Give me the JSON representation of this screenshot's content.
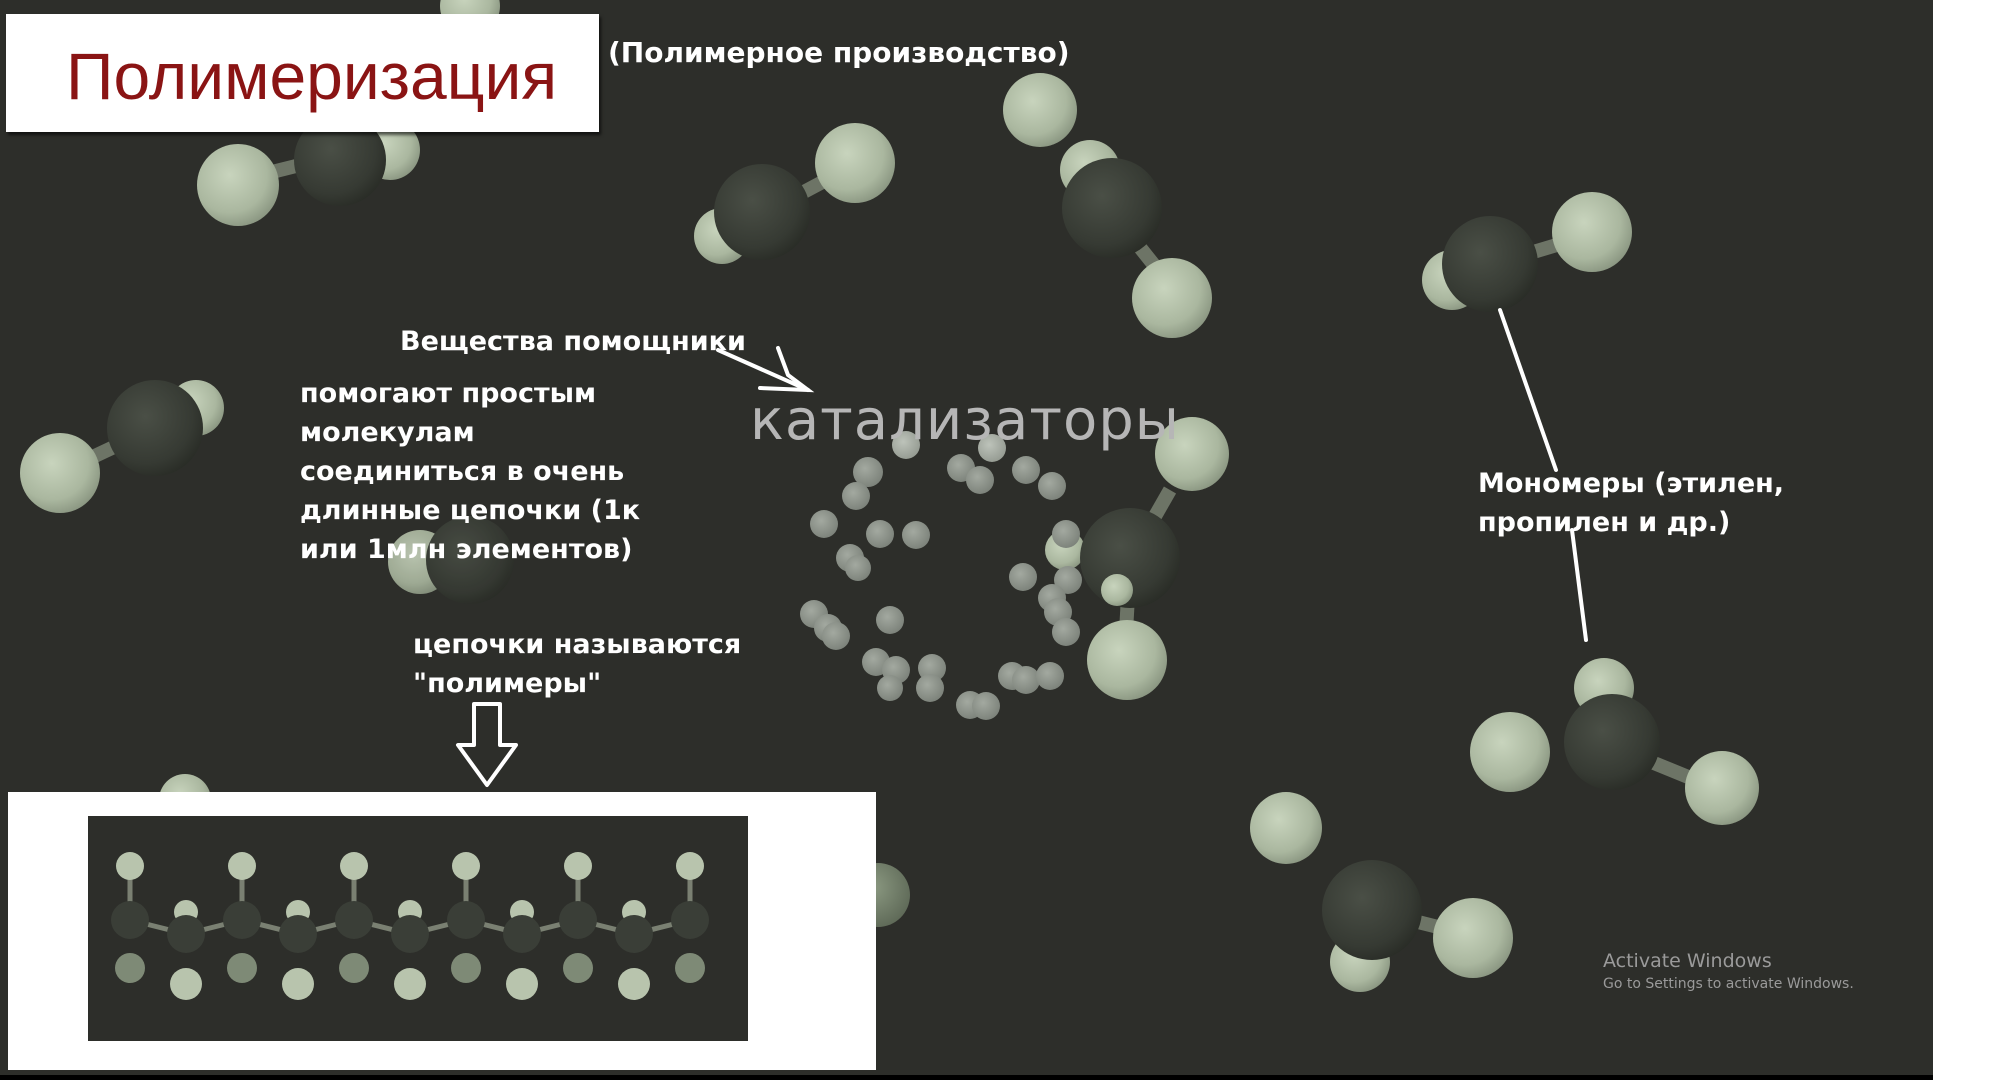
{
  "title": "Полимеризация",
  "subtitle": "(Полимерное производство)",
  "catalyst_word": "катализаторы",
  "helpers_label": "Вещества помощники",
  "helpers_description": "помогают простым молекулам соединиться в очень длинные цепочки (1к или 1млн элементов)",
  "chains_label": "цепочки называются \"полимеры\"",
  "monomers_label": "Мономеры (этилен, пропилен и др.)",
  "watermark": {
    "title": "Activate Windows",
    "subtitle": "Go to Settings to activate Windows."
  },
  "colors": {
    "background": "#2d2e2a",
    "dark_atom": "#3f433c",
    "light_atom": "#b8c4ad",
    "title_red": "#8a1414"
  },
  "icons": [
    "down-arrow-icon",
    "pointer-arrow-icon"
  ]
}
